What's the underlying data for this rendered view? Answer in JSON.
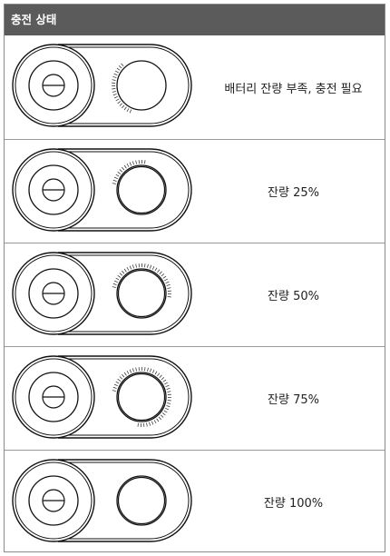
{
  "header": {
    "title": "충전 상태"
  },
  "rows": [
    {
      "label": "배터리 잔량 부족, 충전 필요",
      "level": 0
    },
    {
      "label": "잔량 25%",
      "level": 25
    },
    {
      "label": "잔량 50%",
      "level": 50
    },
    {
      "label": "잔량 75%",
      "level": 75
    },
    {
      "label": "잔량 100%",
      "level": 100
    }
  ]
}
